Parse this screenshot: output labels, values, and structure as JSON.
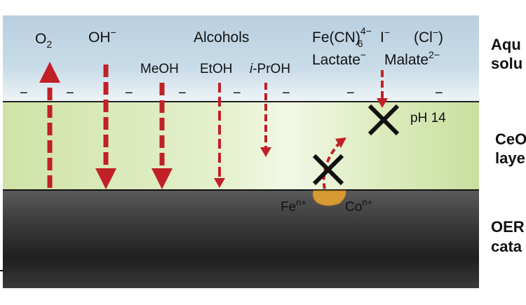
{
  "species": {
    "o2": "O",
    "o2_sub": "2",
    "oh": "OH",
    "oh_sup": "−",
    "alcohols": "Alcohols",
    "meoh": "MeOH",
    "etoh": "EtOH",
    "iproh_prefix": "i",
    "iproh_rest": "-PrOH",
    "ferro": "Fe(CN)",
    "ferro_sub": "6",
    "ferro_sup": "4−",
    "iodide": "I",
    "iodide_sup": "−",
    "chloride": "(Cl",
    "chloride_sup": "−",
    "chloride_close": ")",
    "lactate": "Lactate",
    "lactate_sup": "−",
    "malate": "Malate",
    "malate_sup": "2−"
  },
  "layer": {
    "ph": "pH 14",
    "charge_symbol": "−"
  },
  "catalyst": {
    "fe": "Fe",
    "fe_sup": "n+",
    "co": "Co",
    "co_sup": "n+"
  },
  "side_labels": {
    "aqueous_line1": "Aqu",
    "aqueous_line2": "solu",
    "ceo_line1": "CeO",
    "ceo_line2": "laye",
    "oer_line1": "OER",
    "oer_line2": "cata"
  },
  "colors": {
    "solution": "#c3d6e4",
    "layer": "#d6e9b2",
    "catalyst": "#4a4a4a",
    "arrow": "#c02026",
    "cross": "#111111",
    "particle": "#d89a32"
  }
}
